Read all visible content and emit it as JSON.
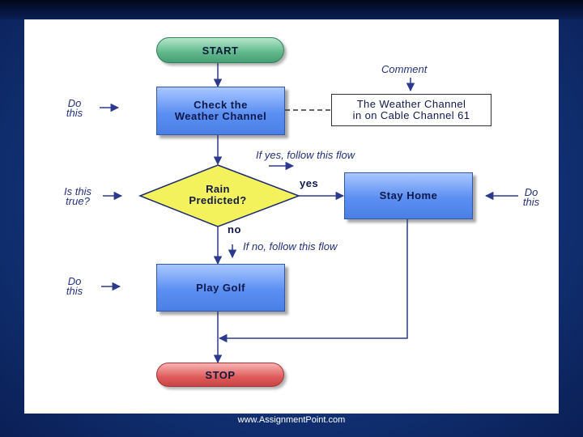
{
  "diagram": {
    "start_label": "START",
    "stop_label": "STOP",
    "check_label": [
      "Check the",
      "Weather Channel"
    ],
    "decision_label": [
      "Rain",
      "Predicted?"
    ],
    "stay_home_label": "Stay Home",
    "play_golf_label": "Play Golf",
    "yes_label": "yes",
    "no_label": "no",
    "comment_header": "Comment",
    "comment_text": [
      "The Weather Channel",
      "in on Cable Channel 61"
    ],
    "if_yes_note": "If yes, follow this flow",
    "if_no_note": "If no, follow this flow",
    "side_notes": {
      "do_this_1": [
        "Do",
        "this"
      ],
      "is_this_true": [
        "Is this",
        "true?"
      ],
      "do_this_2": [
        "Do",
        "this"
      ],
      "do_this_right": [
        "Do",
        "this"
      ]
    }
  },
  "colors": {
    "process": "#5b8ff2",
    "start": "#5fb88b",
    "stop": "#e05c5c",
    "decision": "#f4f25c",
    "connector": "#2b3a8c"
  },
  "footer": {
    "text": "www.AssignmentPoint.com"
  }
}
